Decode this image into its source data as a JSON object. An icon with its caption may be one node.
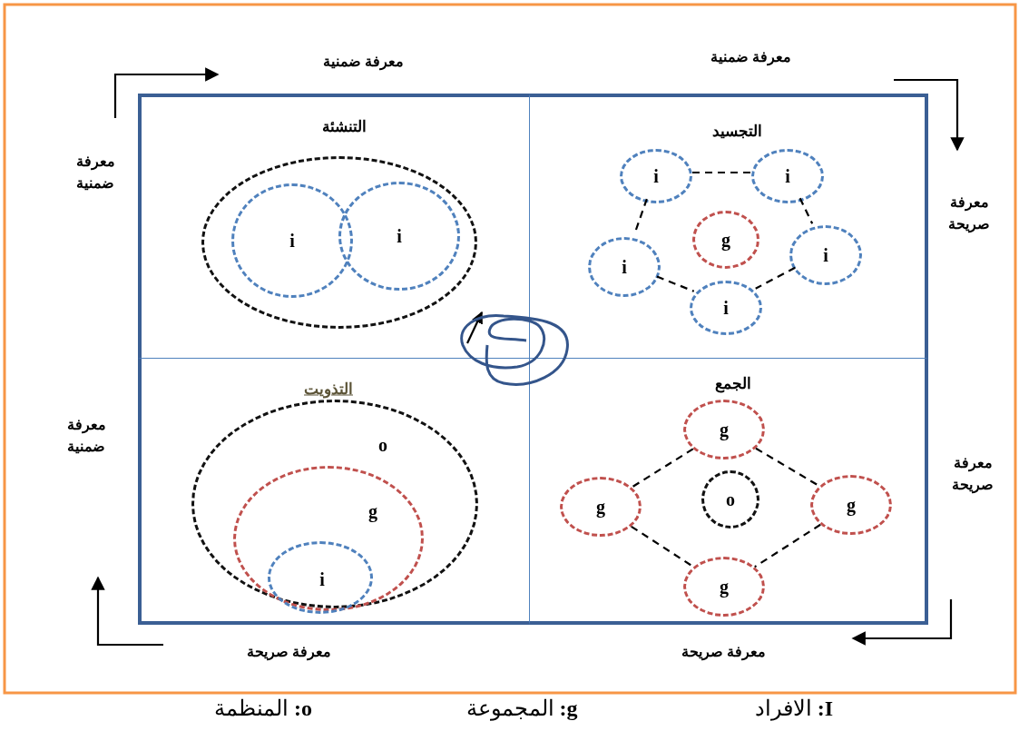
{
  "diagram": {
    "nodes": [
      {
        "text": [
          "التنشئة"
        ]
      },
      {
        "text": [],
        "shape": "ellipse",
        "in": 0
      },
      {
        "text": [
          "i"
        ],
        "in": 1
      },
      {
        "text": [
          "i"
        ],
        "in": 1
      },
      {
        "text": [
          "التجسيد"
        ]
      },
      {
        "text": [
          "i"
        ],
        "in": 4
      },
      {
        "text": [
          "i"
        ],
        "in": 4
      },
      {
        "text": [
          "g"
        ],
        "in": 4
      },
      {
        "text": [
          "i"
        ],
        "in": 4
      },
      {
        "text": [
          "i"
        ],
        "in": 4
      },
      {
        "text": [
          "i"
        ],
        "in": 4
      },
      {
        "text": [
          "التذويت"
        ]
      },
      {
        "text": [
          "o"
        ],
        "in": 11
      },
      {
        "text": [
          "g"
        ],
        "in": 12
      },
      {
        "text": [
          "i"
        ],
        "in": 13
      },
      {
        "text": [
          "الجمع"
        ]
      },
      {
        "text": [
          "g"
        ],
        "in": 15
      },
      {
        "text": [
          "g"
        ],
        "in": 15
      },
      {
        "text": [
          "o"
        ],
        "in": 15
      },
      {
        "text": [
          "g"
        ],
        "in": 15
      },
      {
        "text": [
          "g"
        ],
        "in": 15
      }
    ],
    "edges": [
      {
        "from": 5,
        "to": 6,
        "arrow": "none",
        "style": "dashed"
      },
      {
        "from": 5,
        "to": 8,
        "arrow": "none",
        "style": "dashed"
      },
      {
        "from": 6,
        "to": 9,
        "arrow": "none",
        "style": "dashed"
      },
      {
        "from": 8,
        "to": 10,
        "arrow": "none",
        "style": "dashed"
      },
      {
        "from": 9,
        "to": 10,
        "arrow": "none",
        "style": "dashed"
      },
      {
        "from": 16,
        "to": 17,
        "arrow": "none",
        "style": "dashed"
      },
      {
        "from": 16,
        "to": 19,
        "arrow": "none",
        "style": "dashed"
      },
      {
        "from": 17,
        "to": 20,
        "arrow": "none",
        "style": "dashed"
      },
      {
        "from": 19,
        "to": 20,
        "arrow": "none",
        "style": "dashed"
      }
    ],
    "labels": [
      "معرفة ضمنية",
      "معرفة ضمنية",
      "معرفة ضمنية",
      "معرفة صريحة",
      "معرفة ضمنية",
      "معرفة صريحة",
      "معرفة صريحة",
      "معرفة صريحة",
      "**o:** المنظمة",
      "**g:** المجموعة",
      "**I:** الافراد"
    ]
  }
}
